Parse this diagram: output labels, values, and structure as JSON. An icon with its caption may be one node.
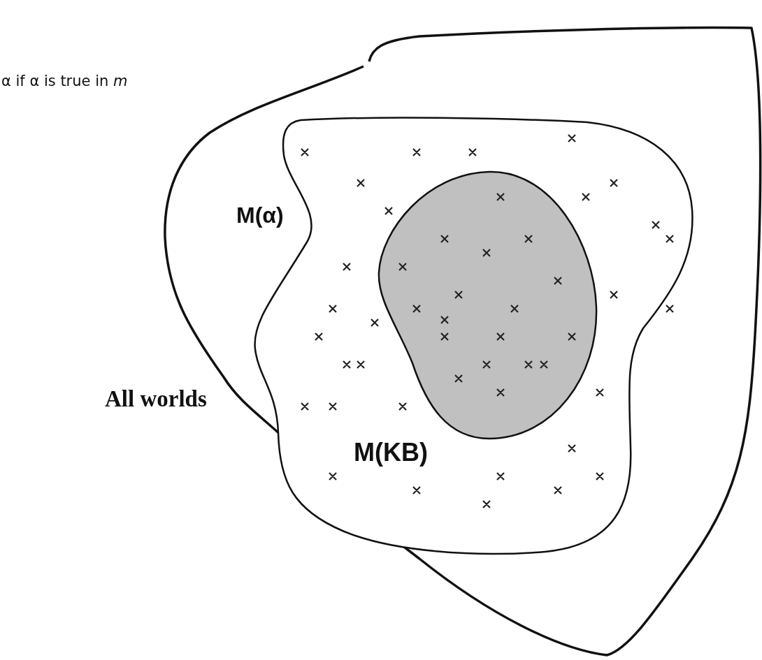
{
  "diagram": {
    "nodes": [
      {
        "text": [
          "All worlds"
        ]
      },
      {
        "text": [
          "M(α)"
        ],
        "in": 0
      },
      {
        "text": [
          "M(KB)"
        ],
        "in": 1
      }
    ],
    "labels": [
      "α if α is true in *m*"
    ]
  }
}
